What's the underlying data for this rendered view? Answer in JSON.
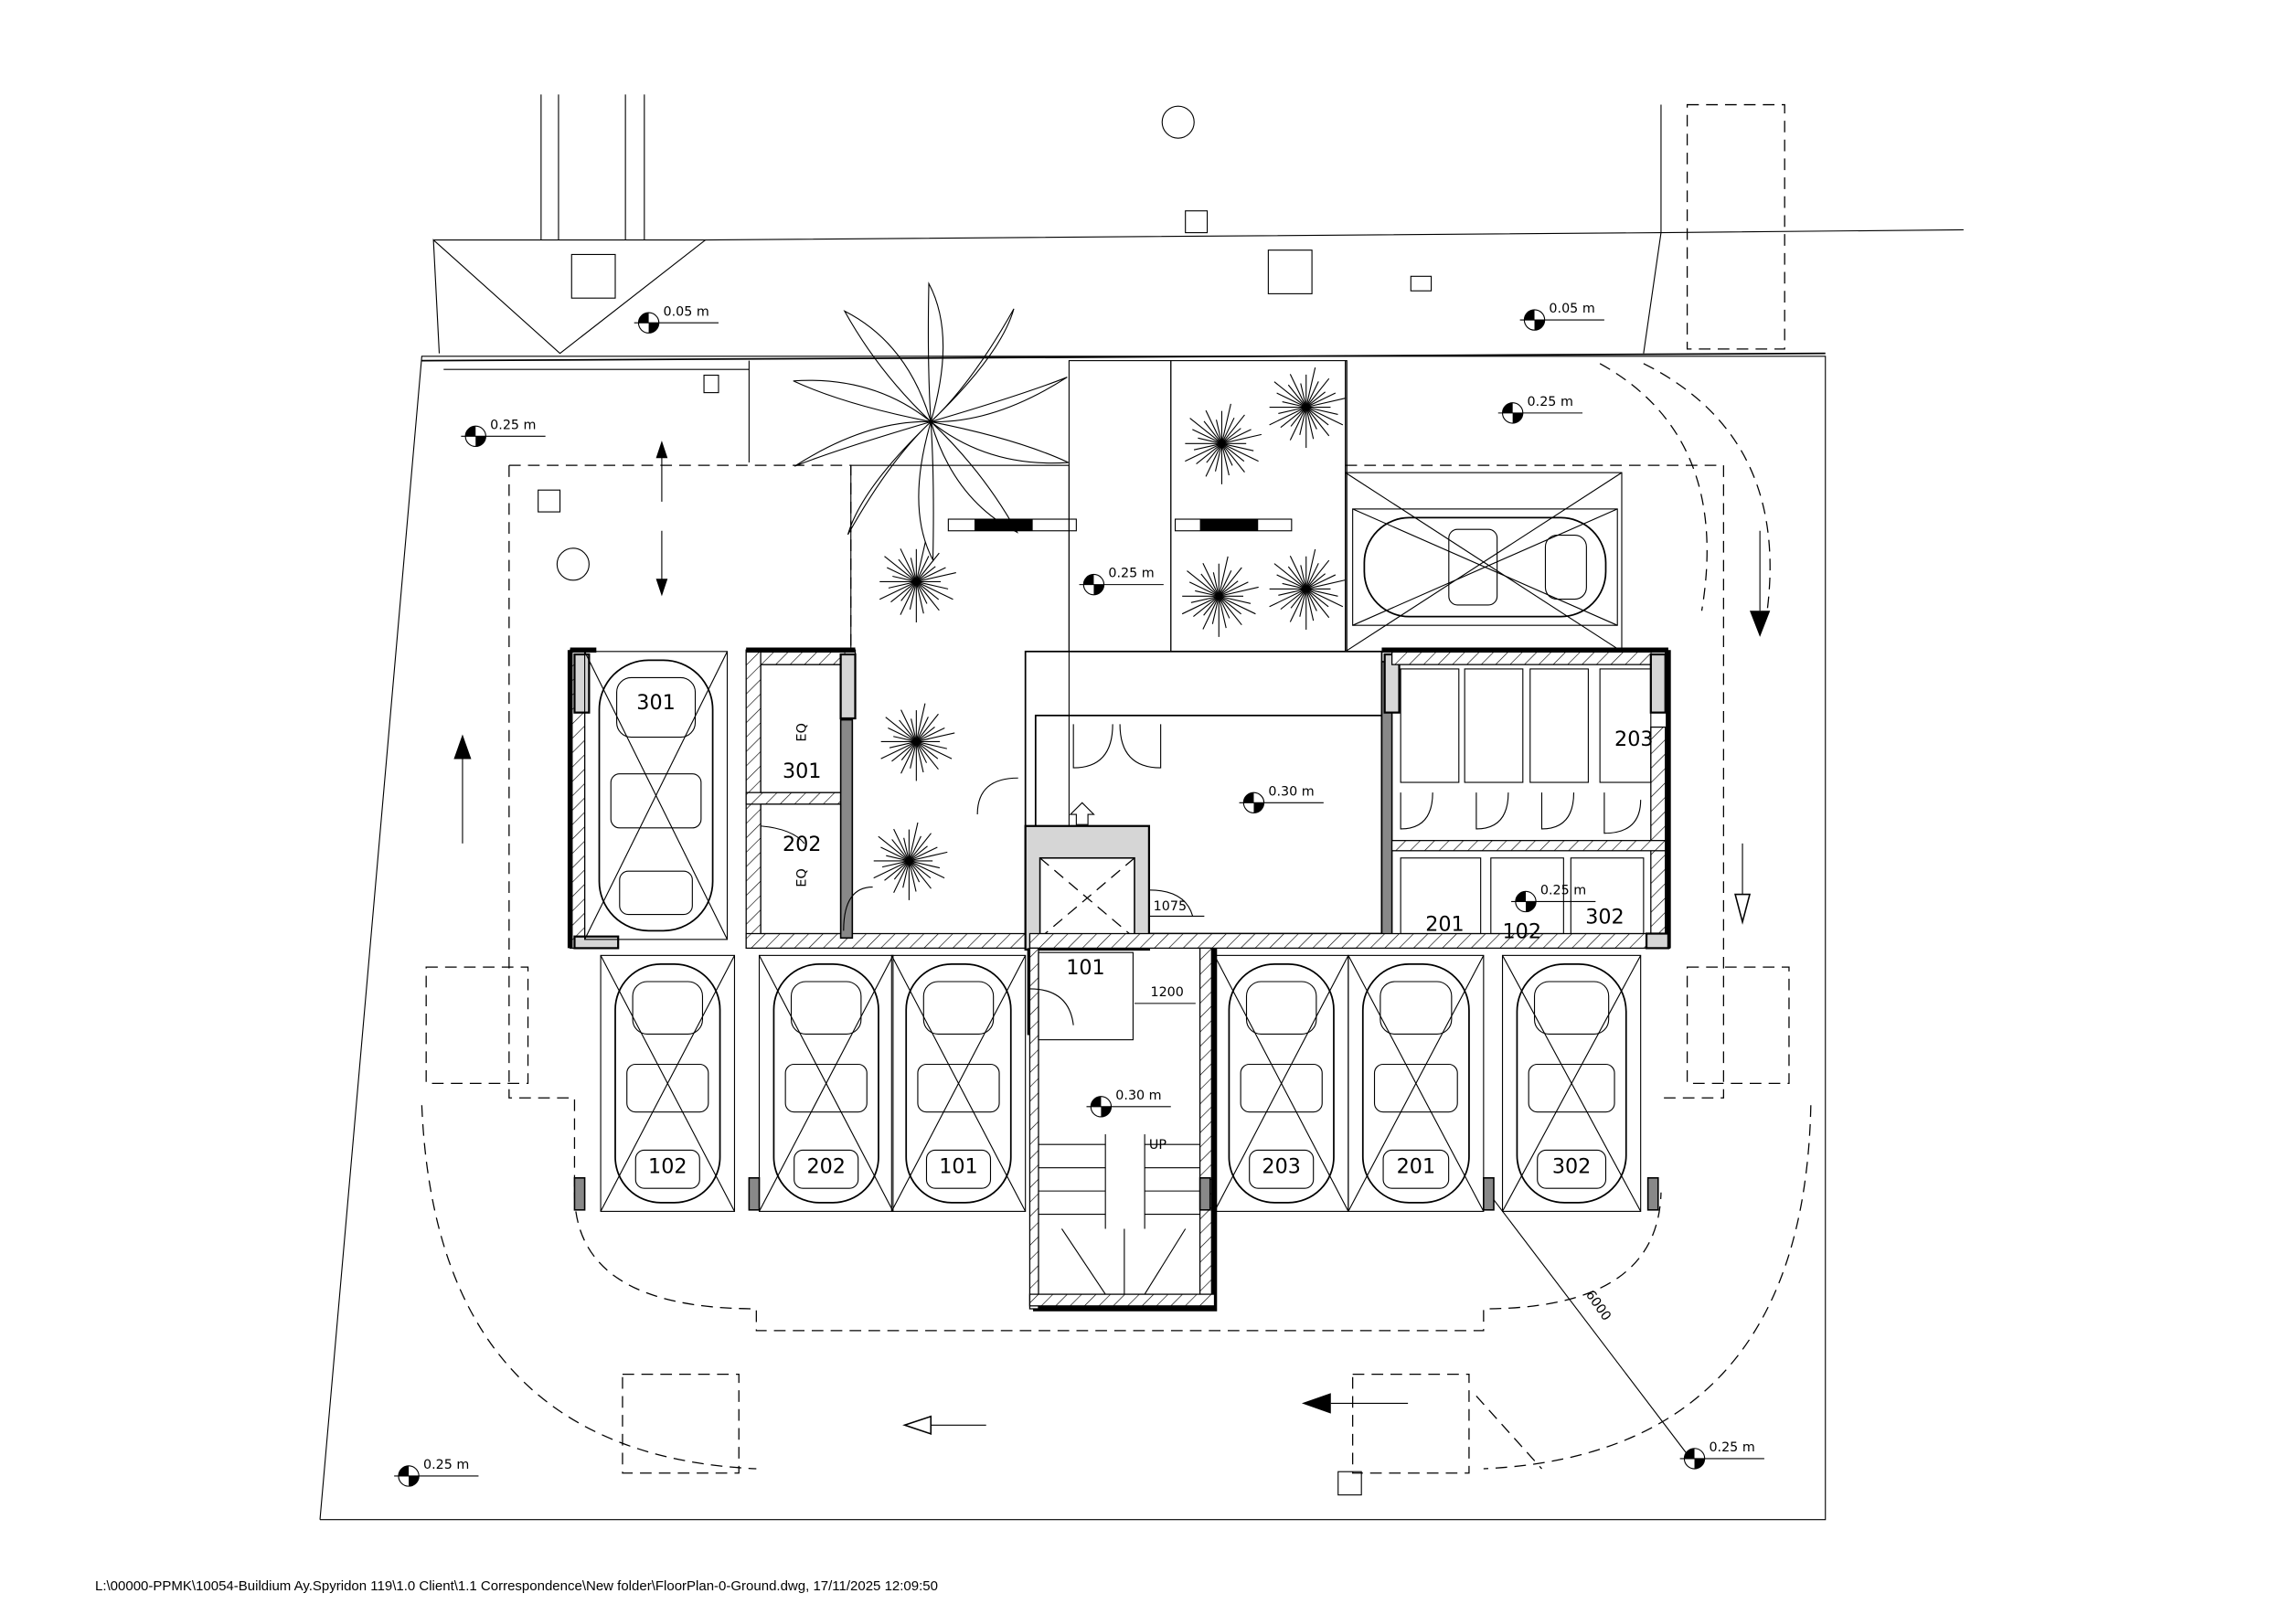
{
  "drawing": {
    "parking_labels": {
      "left": "301",
      "bottom_row": [
        "102",
        "202",
        "101",
        "203",
        "201",
        "302"
      ]
    },
    "storage_labels": {
      "s301": "301",
      "s202": "202",
      "eq1": "EQ",
      "eq2": "EQ",
      "s203": "203",
      "s201": "201",
      "s102": "102",
      "s302": "302",
      "s101": "101"
    },
    "levels": [
      "0.05 m",
      "0.05 m",
      "0.25 m",
      "0.25 m",
      "0.25 m",
      "0.30 m",
      "0.30 m",
      "0.25 m",
      "0.25 m",
      "0.25 m"
    ],
    "dimensions": {
      "d1075": "1075",
      "d1200": "1200",
      "d6000": "6000"
    },
    "stair_label": "UP"
  },
  "footer": {
    "path": "L:\\00000-PPMK\\10054-Buildium Ay.Spyridon 119\\1.0 Client\\1.1 Correspondence\\New folder\\FloorPlan-0-Ground.dwg, 17/11/2025 12:09:50"
  }
}
